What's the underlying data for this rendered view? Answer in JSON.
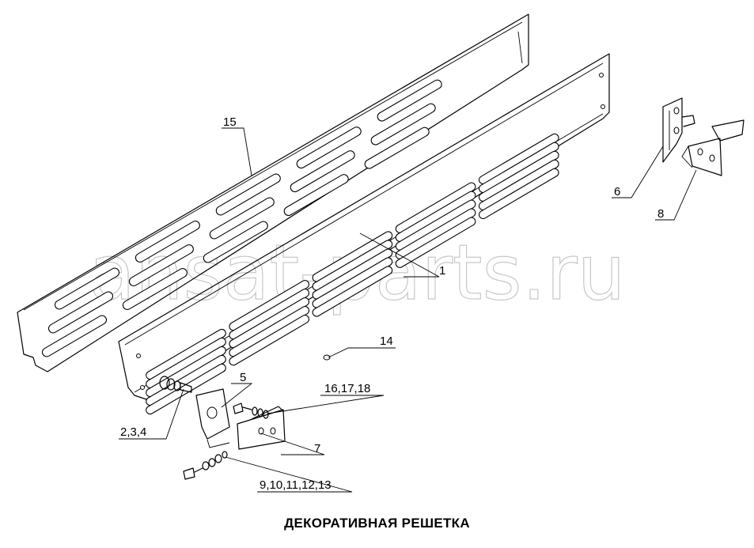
{
  "watermark": "ansat-parts.ru",
  "caption": "ДЕКОРАТИВНАЯ РЕШЕТКА",
  "callouts": [
    {
      "id": "c15",
      "text": "15"
    },
    {
      "id": "c1",
      "text": "1"
    },
    {
      "id": "c14",
      "text": "14"
    },
    {
      "id": "c6",
      "text": "6"
    },
    {
      "id": "c8",
      "text": "8"
    },
    {
      "id": "c5",
      "text": "5"
    },
    {
      "id": "c161718",
      "text": "16,17,18"
    },
    {
      "id": "c234",
      "text": "2,3,4"
    },
    {
      "id": "c7",
      "text": "7"
    },
    {
      "id": "c910",
      "text": "9,10,11,12,13"
    }
  ]
}
